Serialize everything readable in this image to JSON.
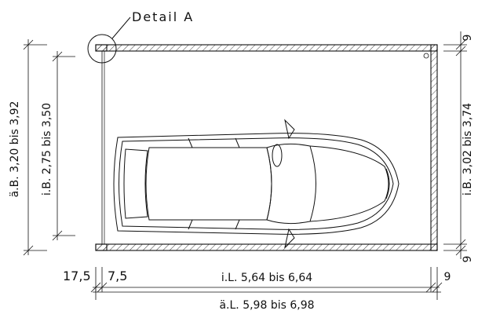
{
  "detail_label": "Detail A",
  "dimensions": {
    "outer_width": "ä.B. 3,20 bis 3,92",
    "inner_width": "i.B. 2,75 bis 3,50",
    "right_inner_width": "i.B. 3,02 bis 3,74",
    "inner_length": "i.L. 5,64 bis 6,64",
    "outer_length": "ä.L. 5,98 bis 6,98",
    "left_wall": "17,5",
    "left_gap": "7,5",
    "top_wall": "9",
    "bottom_wall": "9",
    "right_wall": "9"
  }
}
